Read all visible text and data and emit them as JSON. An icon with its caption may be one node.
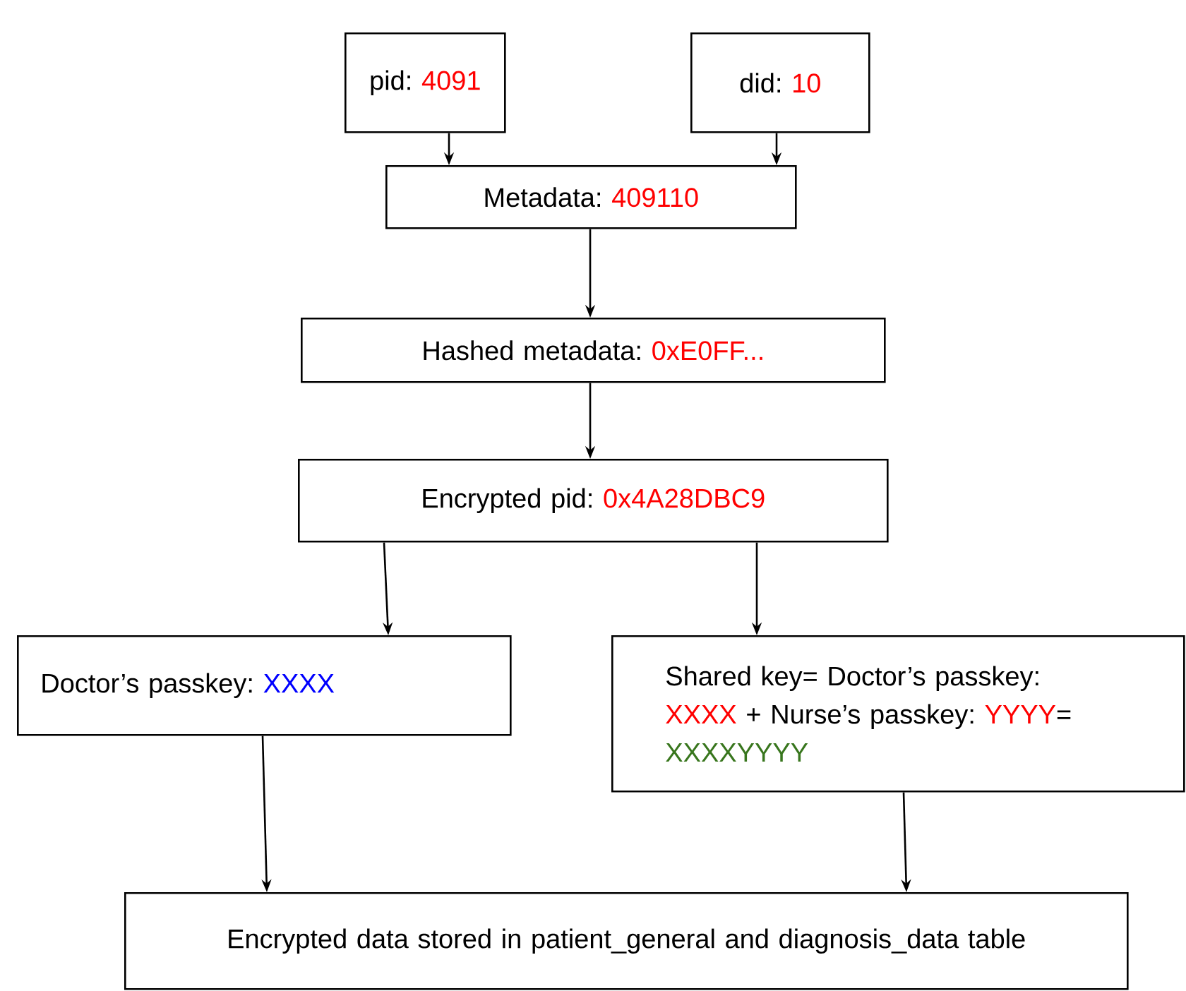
{
  "diagram": {
    "nodes": [
      {
        "text": [
          "pid:",
          "4091"
        ]
      },
      {
        "text": [
          "did:",
          "10"
        ]
      },
      {
        "text": [
          "Metadata:",
          "409110"
        ]
      },
      {
        "text": [
          "Hashed metadata:",
          "0xE0FF..."
        ]
      },
      {
        "text": [
          "Encrypted pid:",
          "0x4A28DBC9"
        ]
      },
      {
        "text": [
          "Doctor’s passkey:",
          "XXXX"
        ]
      },
      {
        "text": [
          "Shared key= Doctor’s passkey:",
          "XXXX",
          "+ Nurse’s passkey:",
          "YYYY",
          "=",
          "XXXXYYYY"
        ]
      },
      {
        "text": [
          "Encrypted data stored in patient_general and diagnosis_data table"
        ]
      }
    ],
    "edges": [
      {
        "from": 0,
        "to": 2,
        "arrow": "to"
      },
      {
        "from": 1,
        "to": 2,
        "arrow": "to"
      },
      {
        "from": 2,
        "to": 3,
        "arrow": "to"
      },
      {
        "from": 3,
        "to": 4,
        "arrow": "to"
      },
      {
        "from": 4,
        "to": 5,
        "arrow": "to"
      },
      {
        "from": 4,
        "to": 6,
        "arrow": "to"
      },
      {
        "from": 5,
        "to": 7,
        "arrow": "to"
      },
      {
        "from": 6,
        "to": 7,
        "arrow": "to"
      }
    ]
  }
}
